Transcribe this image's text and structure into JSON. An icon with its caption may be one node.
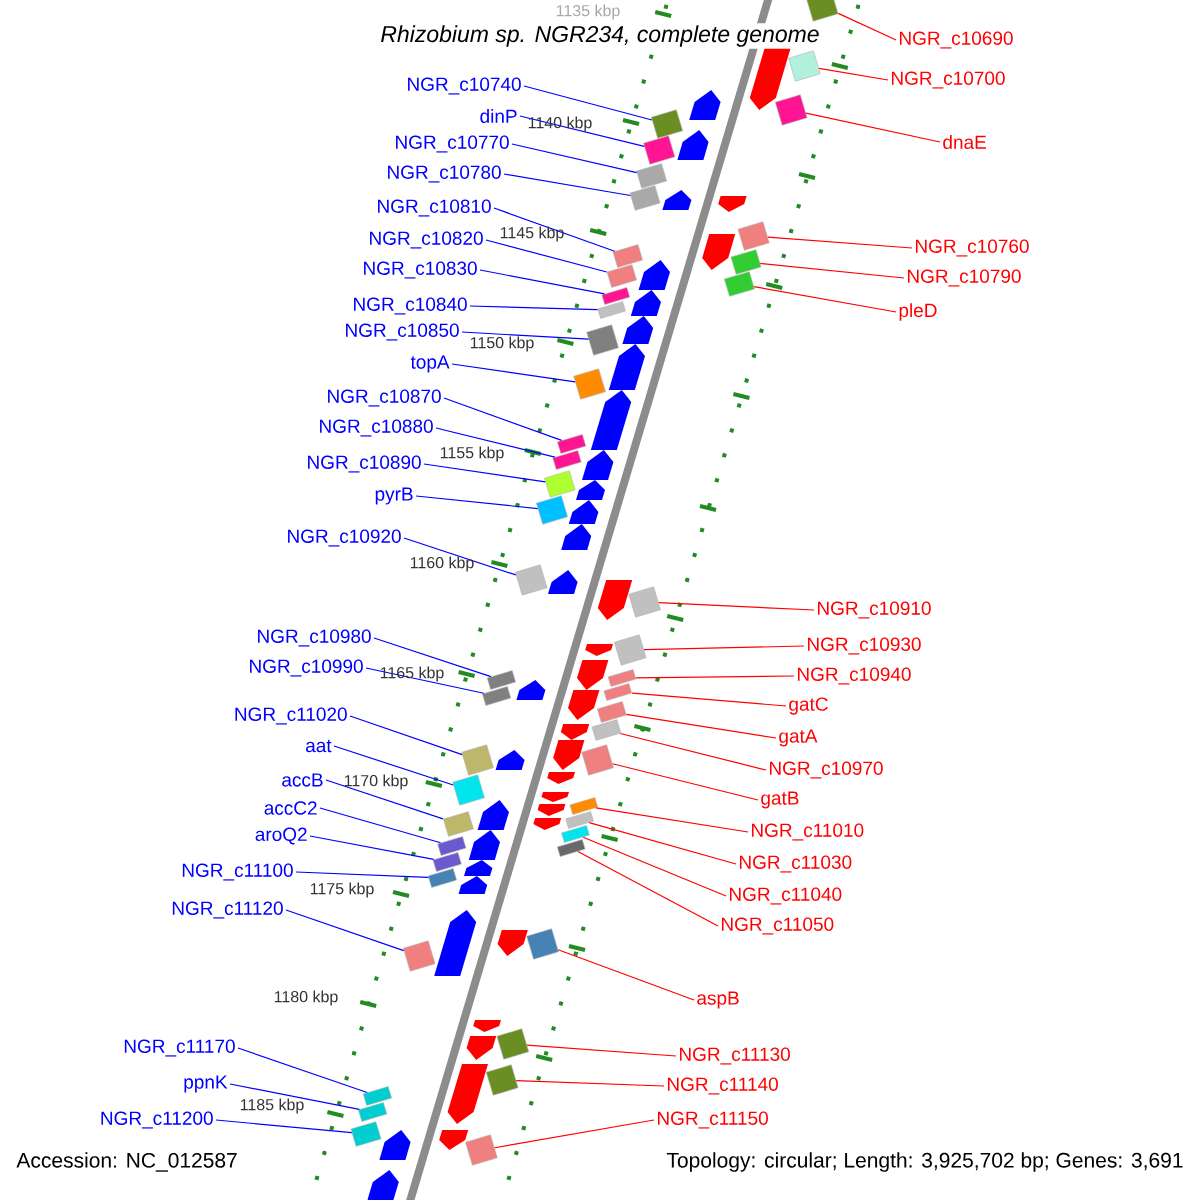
{
  "diagram": {
    "title": "Rhizobium sp. NGR234, complete genome",
    "nodes": [
      {
        "text": [
          "NGR_c10740"
        ]
      },
      {
        "text": [
          "dinP"
        ]
      },
      {
        "text": [
          "NGR_c10770"
        ]
      },
      {
        "text": [
          "NGR_c10780"
        ]
      },
      {
        "text": [
          "NGR_c10810"
        ]
      },
      {
        "text": [
          "NGR_c10820"
        ]
      },
      {
        "text": [
          "NGR_c10830"
        ]
      },
      {
        "text": [
          "NGR_c10840"
        ]
      },
      {
        "text": [
          "NGR_c10850"
        ]
      },
      {
        "text": [
          "topA"
        ]
      },
      {
        "text": [
          "NGR_c10870"
        ]
      },
      {
        "text": [
          "NGR_c10880"
        ]
      },
      {
        "text": [
          "NGR_c10890"
        ]
      },
      {
        "text": [
          "pyrB"
        ]
      },
      {
        "text": [
          "NGR_c10920"
        ]
      },
      {
        "text": [
          "NGR_c10980"
        ]
      },
      {
        "text": [
          "NGR_c10990"
        ]
      },
      {
        "text": [
          "NGR_c11020"
        ]
      },
      {
        "text": [
          "aat"
        ]
      },
      {
        "text": [
          "accB"
        ]
      },
      {
        "text": [
          "accC2"
        ]
      },
      {
        "text": [
          "aroQ2"
        ]
      },
      {
        "text": [
          "NGR_c11100"
        ]
      },
      {
        "text": [
          "NGR_c11120"
        ]
      },
      {
        "text": [
          "NGR_c11170"
        ]
      },
      {
        "text": [
          "ppnK"
        ]
      },
      {
        "text": [
          "NGR_c11200"
        ]
      },
      {
        "text": [
          "NGR_c10690"
        ]
      },
      {
        "text": [
          "NGR_c10700"
        ]
      },
      {
        "text": [
          "dnaE"
        ]
      },
      {
        "text": [
          "NGR_c10760"
        ]
      },
      {
        "text": [
          "NGR_c10790"
        ]
      },
      {
        "text": [
          "pleD"
        ]
      },
      {
        "text": [
          "NGR_c10910"
        ]
      },
      {
        "text": [
          "NGR_c10930"
        ]
      },
      {
        "text": [
          "NGR_c10940"
        ]
      },
      {
        "text": [
          "gatC"
        ]
      },
      {
        "text": [
          "gatA"
        ]
      },
      {
        "text": [
          "NGR_c10970"
        ]
      },
      {
        "text": [
          "gatB"
        ]
      },
      {
        "text": [
          "NGR_c11010"
        ]
      },
      {
        "text": [
          "NGR_c11030"
        ]
      },
      {
        "text": [
          "NGR_c11040"
        ]
      },
      {
        "text": [
          "NGR_c11050"
        ]
      },
      {
        "text": [
          "aspB"
        ]
      },
      {
        "text": [
          "NGR_c11130"
        ]
      },
      {
        "text": [
          "NGR_c11140"
        ]
      },
      {
        "text": [
          "NGR_c11150"
        ]
      },
      {
        "text": [],
        "shape": "box"
      },
      {
        "text": [],
        "shape": "box"
      },
      {
        "text": [],
        "shape": "box"
      },
      {
        "text": [],
        "shape": "box"
      },
      {
        "text": [],
        "shape": "box"
      },
      {
        "text": [],
        "shape": "box"
      },
      {
        "text": [],
        "shape": "box"
      },
      {
        "text": [],
        "shape": "box"
      },
      {
        "text": [],
        "shape": "box"
      },
      {
        "text": [],
        "shape": "box"
      },
      {
        "text": [],
        "shape": "box"
      },
      {
        "text": [],
        "shape": "box"
      },
      {
        "text": [],
        "shape": "box"
      },
      {
        "text": [],
        "shape": "box"
      },
      {
        "text": [],
        "shape": "box"
      },
      {
        "text": [],
        "shape": "box"
      },
      {
        "text": [],
        "shape": "box"
      },
      {
        "text": [],
        "shape": "box"
      },
      {
        "text": [],
        "shape": "box"
      },
      {
        "text": [],
        "shape": "box"
      },
      {
        "text": [],
        "shape": "box"
      },
      {
        "text": [],
        "shape": "box"
      },
      {
        "text": [],
        "shape": "box"
      },
      {
        "text": [],
        "shape": "box"
      },
      {
        "text": [],
        "shape": "box"
      },
      {
        "text": [],
        "shape": "box"
      },
      {
        "text": [],
        "shape": "box"
      },
      {
        "text": [],
        "shape": "box"
      },
      {
        "text": [],
        "shape": "box"
      },
      {
        "text": [],
        "shape": "box"
      },
      {
        "text": [],
        "shape": "box"
      },
      {
        "text": [],
        "shape": "box"
      },
      {
        "text": [],
        "shape": "box"
      },
      {
        "text": [],
        "shape": "box"
      },
      {
        "text": [],
        "shape": "box"
      },
      {
        "text": [],
        "shape": "box"
      },
      {
        "text": [],
        "shape": "box"
      },
      {
        "text": [],
        "shape": "box"
      },
      {
        "text": [],
        "shape": "box"
      },
      {
        "text": [],
        "shape": "box"
      },
      {
        "text": [],
        "shape": "box"
      },
      {
        "text": [],
        "shape": "box"
      },
      {
        "text": [],
        "shape": "box"
      },
      {
        "text": [],
        "shape": "box"
      },
      {
        "text": [],
        "shape": "box"
      },
      {
        "text": [],
        "shape": "box"
      },
      {
        "text": [],
        "shape": "box"
      },
      {
        "text": [],
        "shape": "box"
      }
    ],
    "edges": [
      {
        "from": 0,
        "to": 48,
        "arrow": "none"
      },
      {
        "from": 1,
        "to": 49,
        "arrow": "none"
      },
      {
        "from": 2,
        "to": 50,
        "arrow": "none"
      },
      {
        "from": 3,
        "to": 51,
        "arrow": "none"
      },
      {
        "from": 4,
        "to": 52,
        "arrow": "none"
      },
      {
        "from": 5,
        "to": 53,
        "arrow": "none"
      },
      {
        "from": 6,
        "to": 54,
        "arrow": "none"
      },
      {
        "from": 7,
        "to": 55,
        "arrow": "none"
      },
      {
        "from": 8,
        "to": 56,
        "arrow": "none"
      },
      {
        "from": 9,
        "to": 57,
        "arrow": "none"
      },
      {
        "from": 10,
        "to": 58,
        "arrow": "none"
      },
      {
        "from": 11,
        "to": 59,
        "arrow": "none"
      },
      {
        "from": 12,
        "to": 60,
        "arrow": "none"
      },
      {
        "from": 13,
        "to": 61,
        "arrow": "none"
      },
      {
        "from": 14,
        "to": 62,
        "arrow": "none"
      },
      {
        "from": 15,
        "to": 63,
        "arrow": "none"
      },
      {
        "from": 16,
        "to": 64,
        "arrow": "none"
      },
      {
        "from": 17,
        "to": 65,
        "arrow": "none"
      },
      {
        "from": 18,
        "to": 66,
        "arrow": "none"
      },
      {
        "from": 19,
        "to": 67,
        "arrow": "none"
      },
      {
        "from": 20,
        "to": 68,
        "arrow": "none"
      },
      {
        "from": 21,
        "to": 69,
        "arrow": "none"
      },
      {
        "from": 22,
        "to": 70,
        "arrow": "none"
      },
      {
        "from": 23,
        "to": 71,
        "arrow": "none"
      },
      {
        "from": 24,
        "to": 72,
        "arrow": "none"
      },
      {
        "from": 25,
        "to": 73,
        "arrow": "none"
      },
      {
        "from": 26,
        "to": 74,
        "arrow": "none"
      },
      {
        "from": 27,
        "to": 75,
        "arrow": "none",
        "color": "#ff0000"
      },
      {
        "from": 28,
        "to": 76,
        "arrow": "none",
        "color": "#ff0000"
      },
      {
        "from": 29,
        "to": 77,
        "arrow": "none",
        "color": "#ff0000"
      },
      {
        "from": 30,
        "to": 78,
        "arrow": "none",
        "color": "#ff0000"
      },
      {
        "from": 31,
        "to": 79,
        "arrow": "none",
        "color": "#ff0000"
      },
      {
        "from": 32,
        "to": 80,
        "arrow": "none",
        "color": "#ff0000"
      },
      {
        "from": 33,
        "to": 81,
        "arrow": "none",
        "color": "#ff0000"
      },
      {
        "from": 34,
        "to": 82,
        "arrow": "none",
        "color": "#ff0000"
      },
      {
        "from": 35,
        "to": 83,
        "arrow": "none",
        "color": "#ff0000"
      },
      {
        "from": 36,
        "to": 84,
        "arrow": "none",
        "color": "#ff0000"
      },
      {
        "from": 37,
        "to": 85,
        "arrow": "none",
        "color": "#ff0000"
      },
      {
        "from": 38,
        "to": 86,
        "arrow": "none",
        "color": "#ff0000"
      },
      {
        "from": 39,
        "to": 87,
        "arrow": "none",
        "color": "#ff0000"
      },
      {
        "from": 40,
        "to": 88,
        "arrow": "none",
        "color": "#ff0000"
      },
      {
        "from": 41,
        "to": 89,
        "arrow": "none",
        "color": "#ff0000"
      },
      {
        "from": 42,
        "to": 90,
        "arrow": "none",
        "color": "#ff0000"
      },
      {
        "from": 43,
        "to": 91,
        "arrow": "none",
        "color": "#ff0000"
      },
      {
        "from": 44,
        "to": 92,
        "arrow": "none",
        "color": "#ff0000"
      },
      {
        "from": 45,
        "to": 93,
        "arrow": "none",
        "color": "#ff0000"
      },
      {
        "from": 46,
        "to": 94,
        "arrow": "none",
        "color": "#ff0000"
      },
      {
        "from": 47,
        "to": 95,
        "arrow": "none",
        "color": "#ff0000"
      }
    ],
    "labels": [
      "1135 kbp",
      "1140 kbp",
      "1145 kbp",
      "1150 kbp",
      "1155 kbp",
      "1160 kbp",
      "1165 kbp",
      "1170 kbp",
      "1175 kbp",
      "1180 kbp",
      "1185 kbp",
      "Accession: NC_012587",
      "Topology: circular; Length: 3,925,702 bp; Genes: 3,691"
    ]
  }
}
